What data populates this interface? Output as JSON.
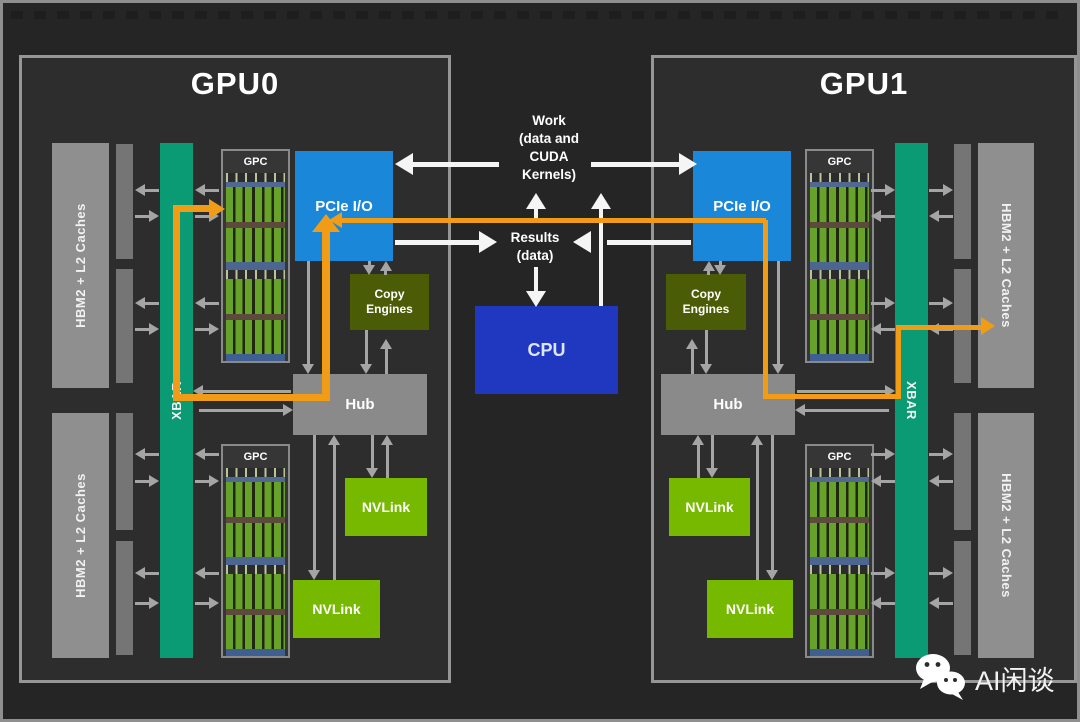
{
  "titles": {
    "gpu0": "GPU0",
    "gpu1": "GPU1"
  },
  "labels": {
    "pcie": "PCIe I/O",
    "copy_engines": "Copy Engines",
    "hub": "Hub",
    "nvlink": "NVLink",
    "gpc": "GPC",
    "xbar": "XBAR",
    "hbm2": "HBM2 + L2 Caches",
    "cpu": "CPU"
  },
  "center": {
    "work": "Work\n(data and\nCUDA\nKernels)",
    "results": "Results\n(data)"
  },
  "watermark": {
    "text": "AI闲谈",
    "icon": "wechat-icon"
  },
  "colors": {
    "background": "#252525",
    "pcie_blue": "#1b87d9",
    "cpu_blue": "#2038c0",
    "nvlink_green": "#76b900",
    "copy_engine_olive": "#4a5c06",
    "xbar_teal": "#0a9b74",
    "hub_gray": "#8a8a8a",
    "orange_path": "#f09c17"
  }
}
